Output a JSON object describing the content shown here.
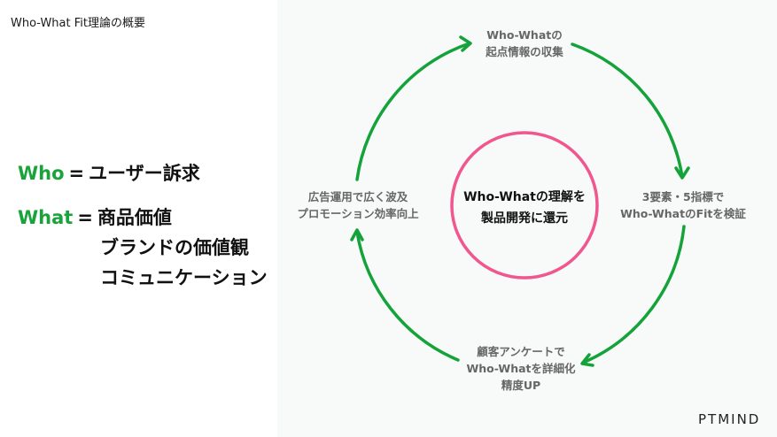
{
  "title": "Who-What Fit理論の概要",
  "definitions": {
    "who": {
      "keyword": "Who",
      "equals": "=",
      "value": "ユーザー訴求"
    },
    "what": {
      "keyword": "What",
      "equals": "=",
      "values": [
        "商品価値",
        "ブランドの価値観",
        "コミュニケーション"
      ]
    }
  },
  "cycle": {
    "center": {
      "lines": [
        "Who-Whatの理解を",
        "製品開発に還元"
      ],
      "ring_color": "#f0578f"
    },
    "arrow_color": "#14a33a",
    "steps": [
      {
        "position": "top",
        "lines": [
          "Who-Whatの",
          "起点情報の収集"
        ]
      },
      {
        "position": "right",
        "lines": [
          "3要素・5指標で",
          "Who-WhatのFitを検証"
        ]
      },
      {
        "position": "bottom",
        "lines": [
          "顧客アンケートで",
          "Who-Whatを詳細化",
          "精度UP"
        ]
      },
      {
        "position": "left",
        "lines": [
          "広告運用で広く波及",
          "プロモーション効率向上"
        ]
      }
    ]
  },
  "logo": "PTMIND"
}
